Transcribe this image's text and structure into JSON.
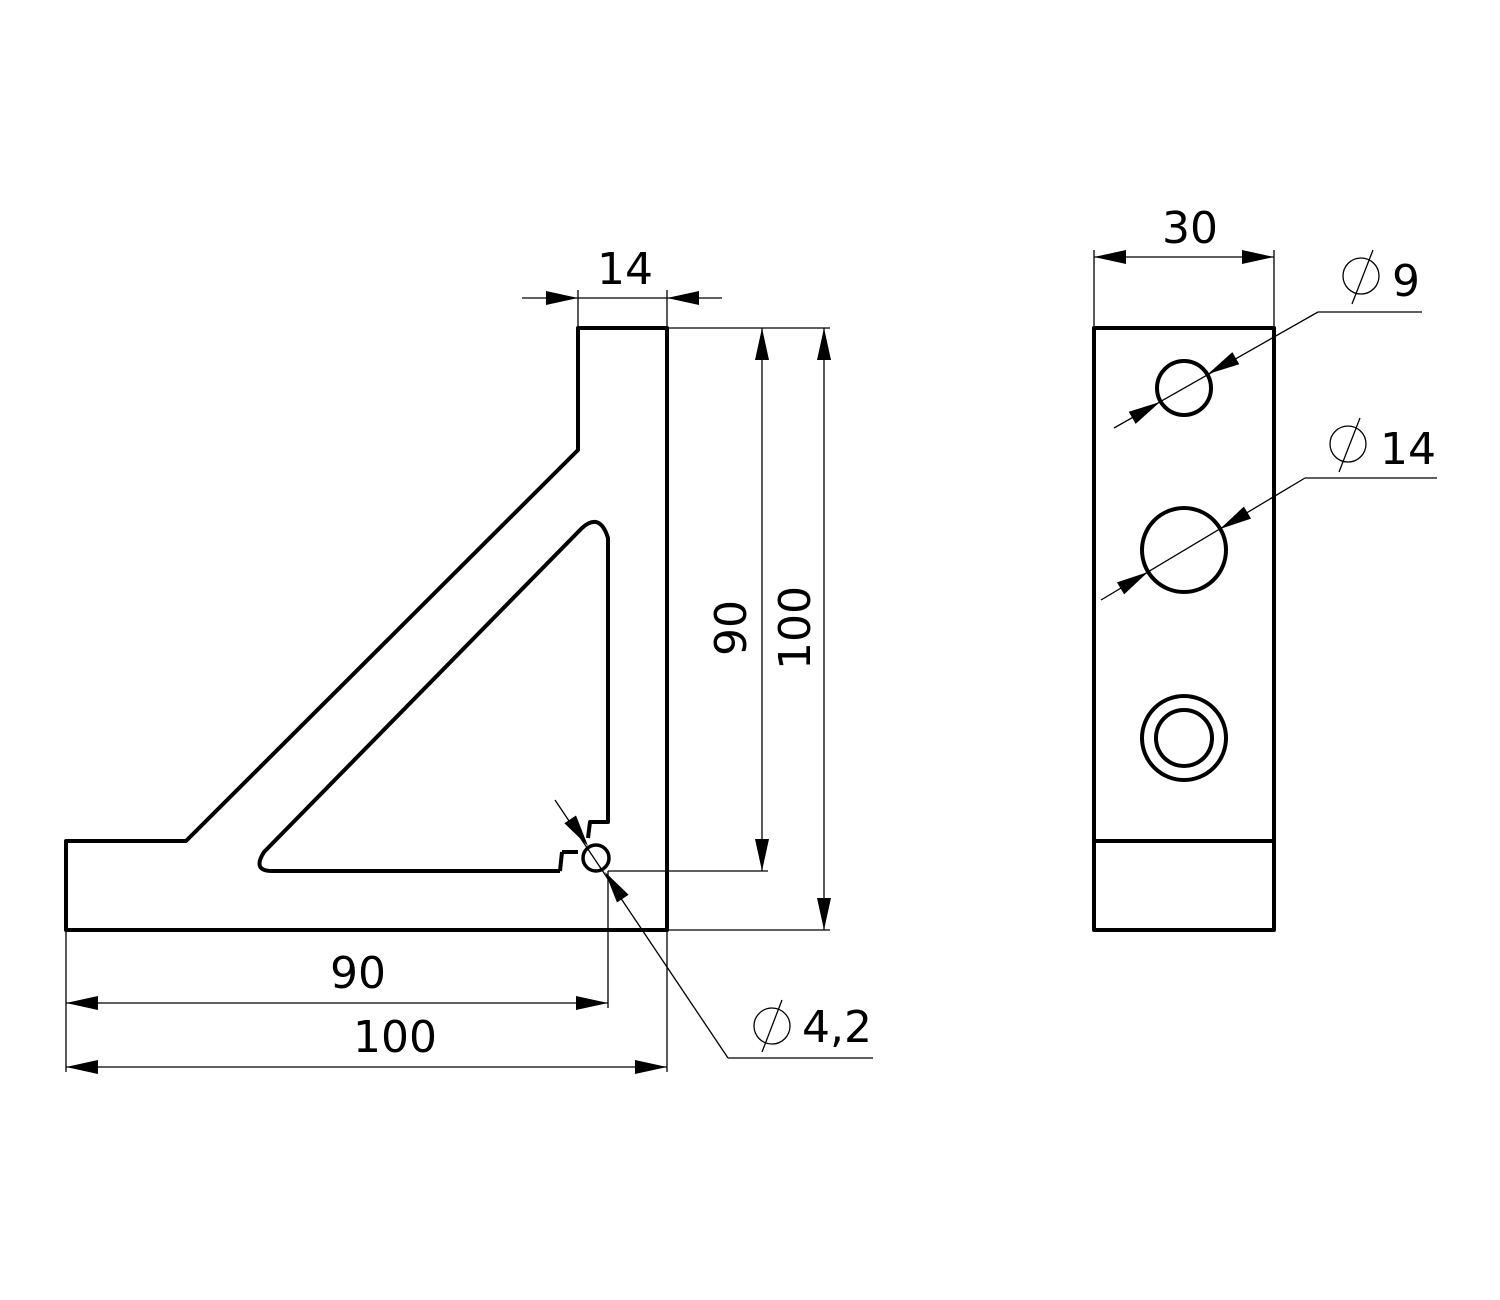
{
  "front_view": {
    "dim_width_top": "14",
    "dim_inner_height": "90",
    "dim_total_height": "100",
    "dim_inner_width": "90",
    "dim_total_width": "100",
    "hole_diameter": "4,2"
  },
  "side_view": {
    "dim_width": "30",
    "hole_small_diameter": "9",
    "hole_large_diameter": "14"
  },
  "colors": {
    "line": "#000000",
    "background": "#ffffff"
  }
}
